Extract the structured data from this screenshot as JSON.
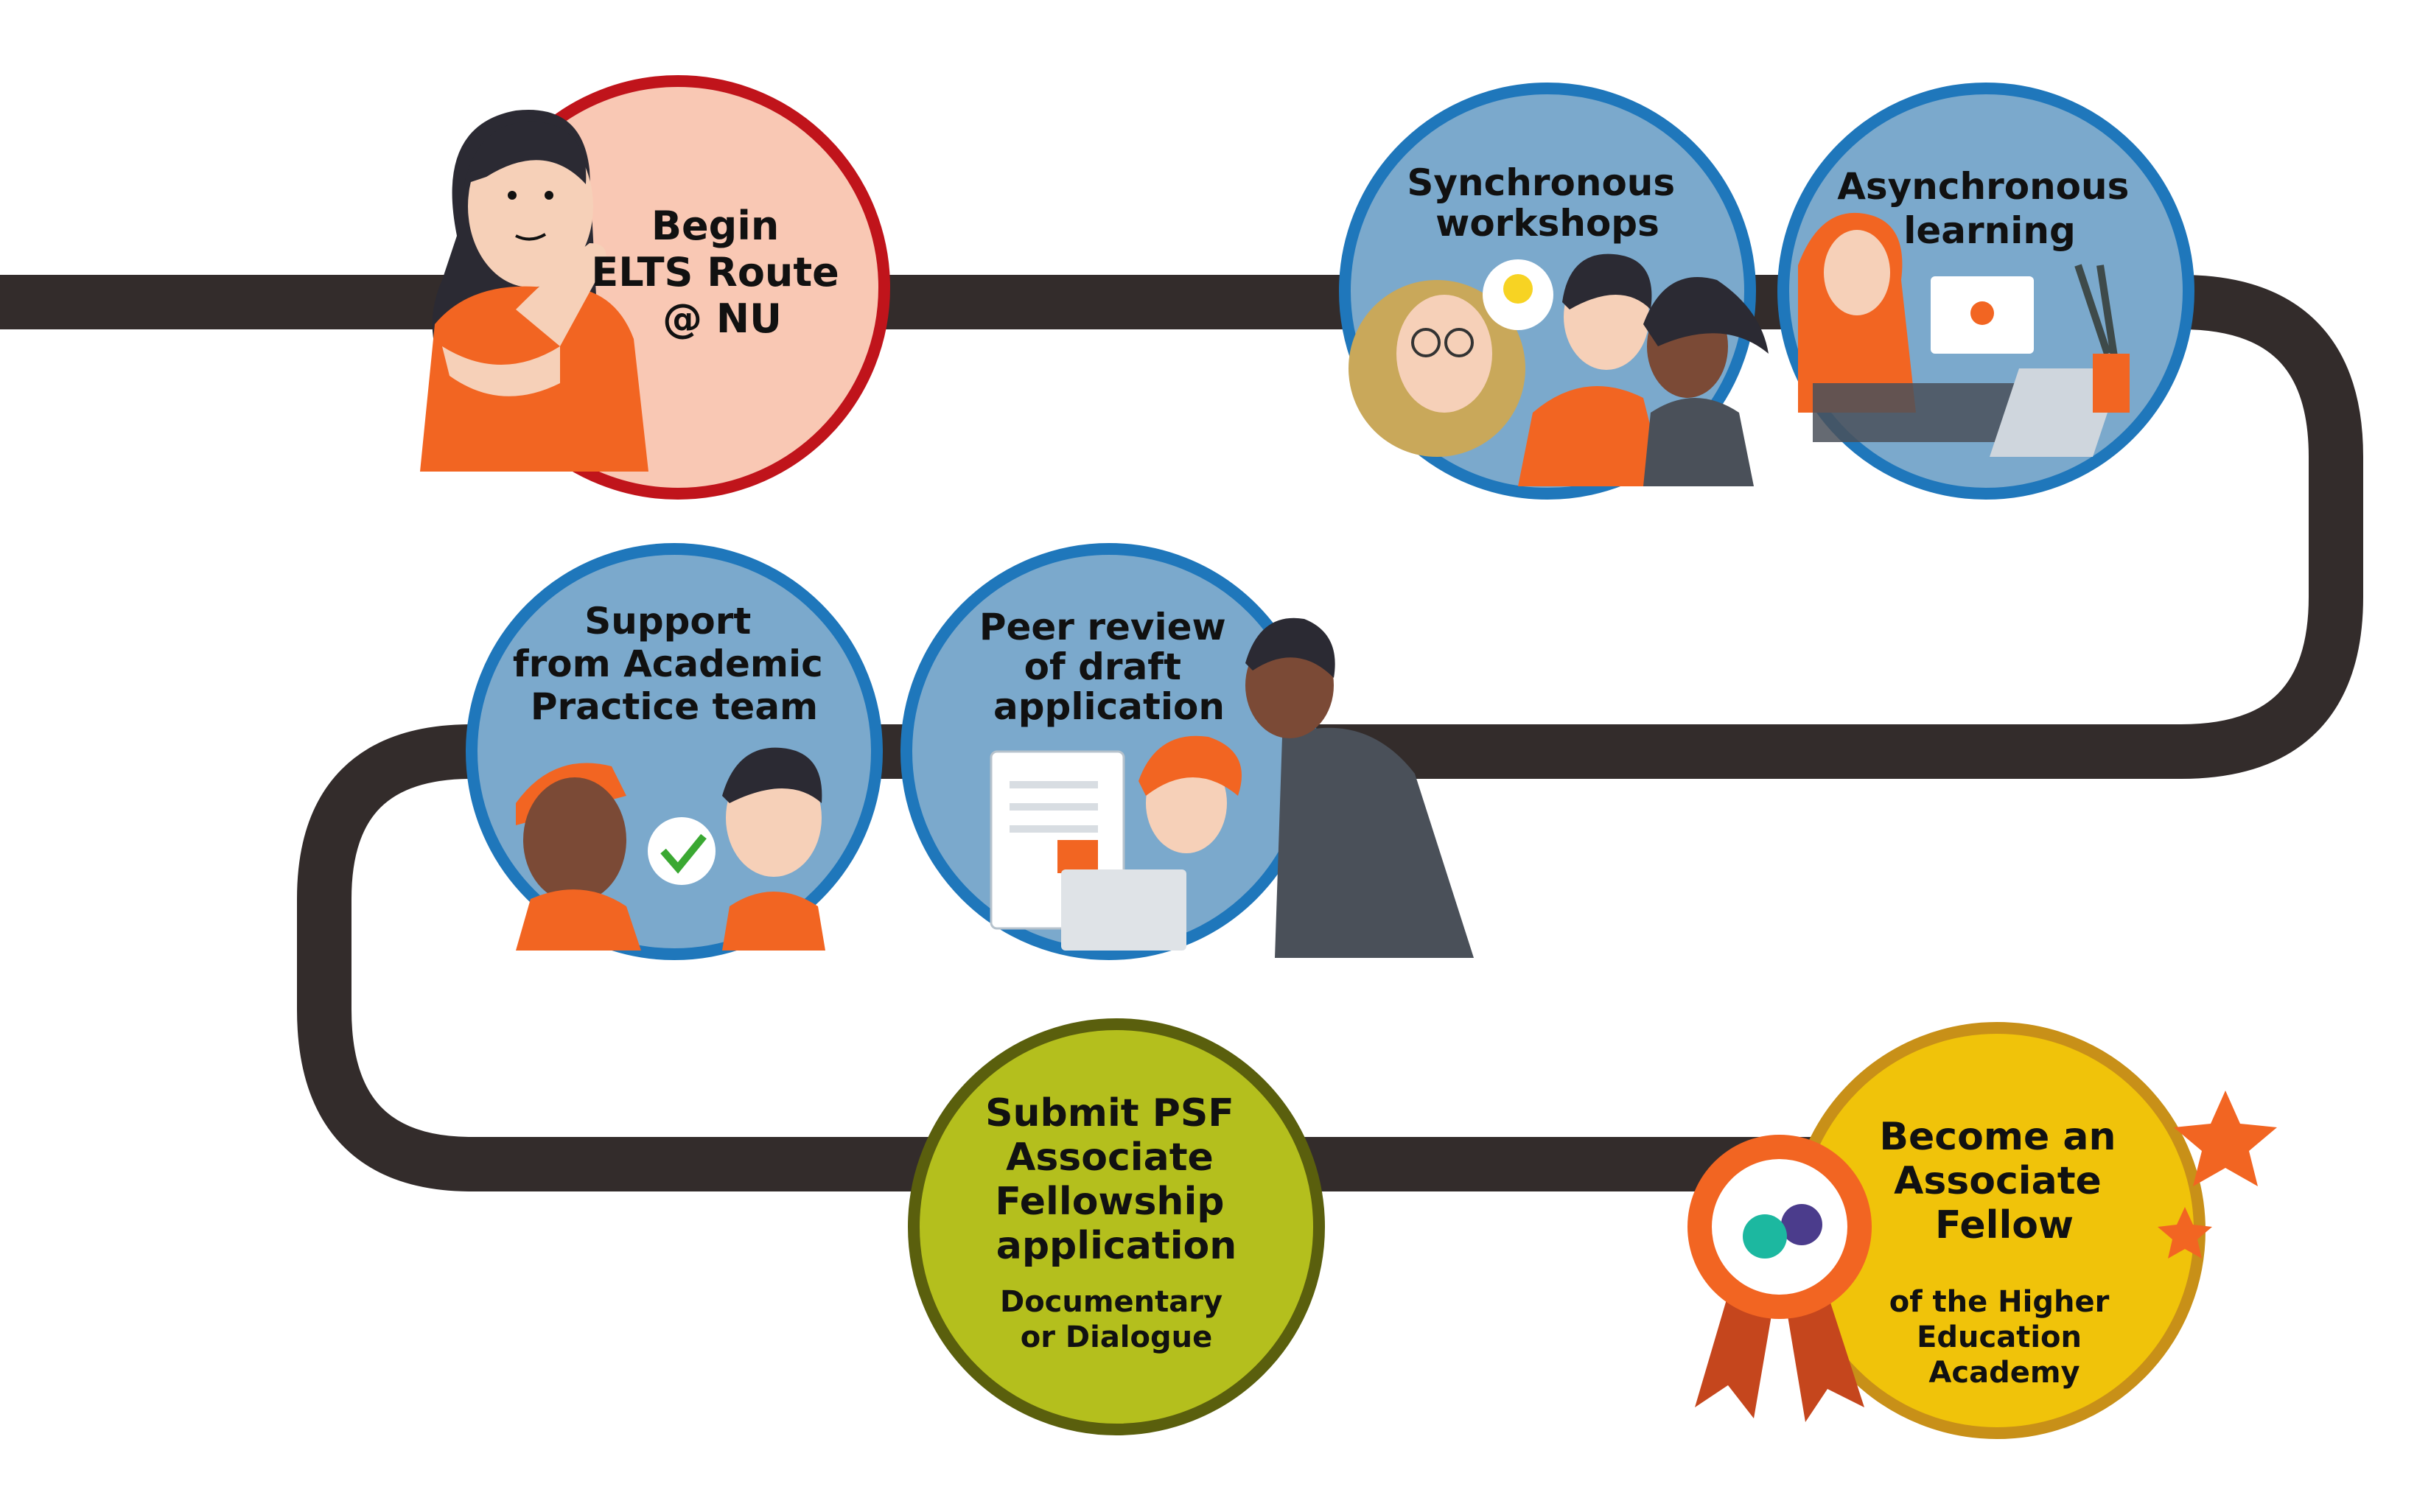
{
  "steps": [
    {
      "id": "begin",
      "lines": [
        "Begin",
        "ELTS Route",
        "@ NU"
      ],
      "sub": [],
      "fill": "#f9c8b4",
      "border": "#c0141b"
    },
    {
      "id": "sync",
      "lines": [
        "Synchronous",
        "workshops"
      ],
      "sub": [],
      "fill": "#7ba9cc",
      "border": "#1f77bb"
    },
    {
      "id": "async",
      "lines": [
        "Asynchronous",
        "learning"
      ],
      "sub": [],
      "fill": "#7ba9cc",
      "border": "#1f77bb"
    },
    {
      "id": "support",
      "lines": [
        "Support",
        "from Academic",
        "Practice team"
      ],
      "sub": [],
      "fill": "#7ba9cc",
      "border": "#1f77bb"
    },
    {
      "id": "peer",
      "lines": [
        "Peer review",
        "of draft",
        "application"
      ],
      "sub": [],
      "fill": "#7ba9cc",
      "border": "#1f77bb"
    },
    {
      "id": "submit",
      "lines": [
        "Submit PSF",
        "Associate",
        "Fellowship",
        "application"
      ],
      "sub": [
        "Documentary",
        "or Dialogue"
      ],
      "fill": "#b4bf1d",
      "border": "#5a5f0d"
    },
    {
      "id": "become",
      "lines": [
        "Become an",
        "Associate",
        "Fellow"
      ],
      "sub": [
        "of the Higher",
        "Education",
        "Academy"
      ],
      "fill": "#f0c30a",
      "border": "#c89018"
    }
  ],
  "colors": {
    "road": "#332c2b",
    "orange": "#f26522",
    "skin_light": "#f6d0b8",
    "skin_dark": "#7b4a36",
    "hair_dark": "#2b2a33",
    "grey_shirt": "#4a5059",
    "white": "#ffffff",
    "teal": "#1cb8a0",
    "purple": "#4b3c8c",
    "green_check": "#3aa832",
    "bulb": "#f7d323"
  }
}
